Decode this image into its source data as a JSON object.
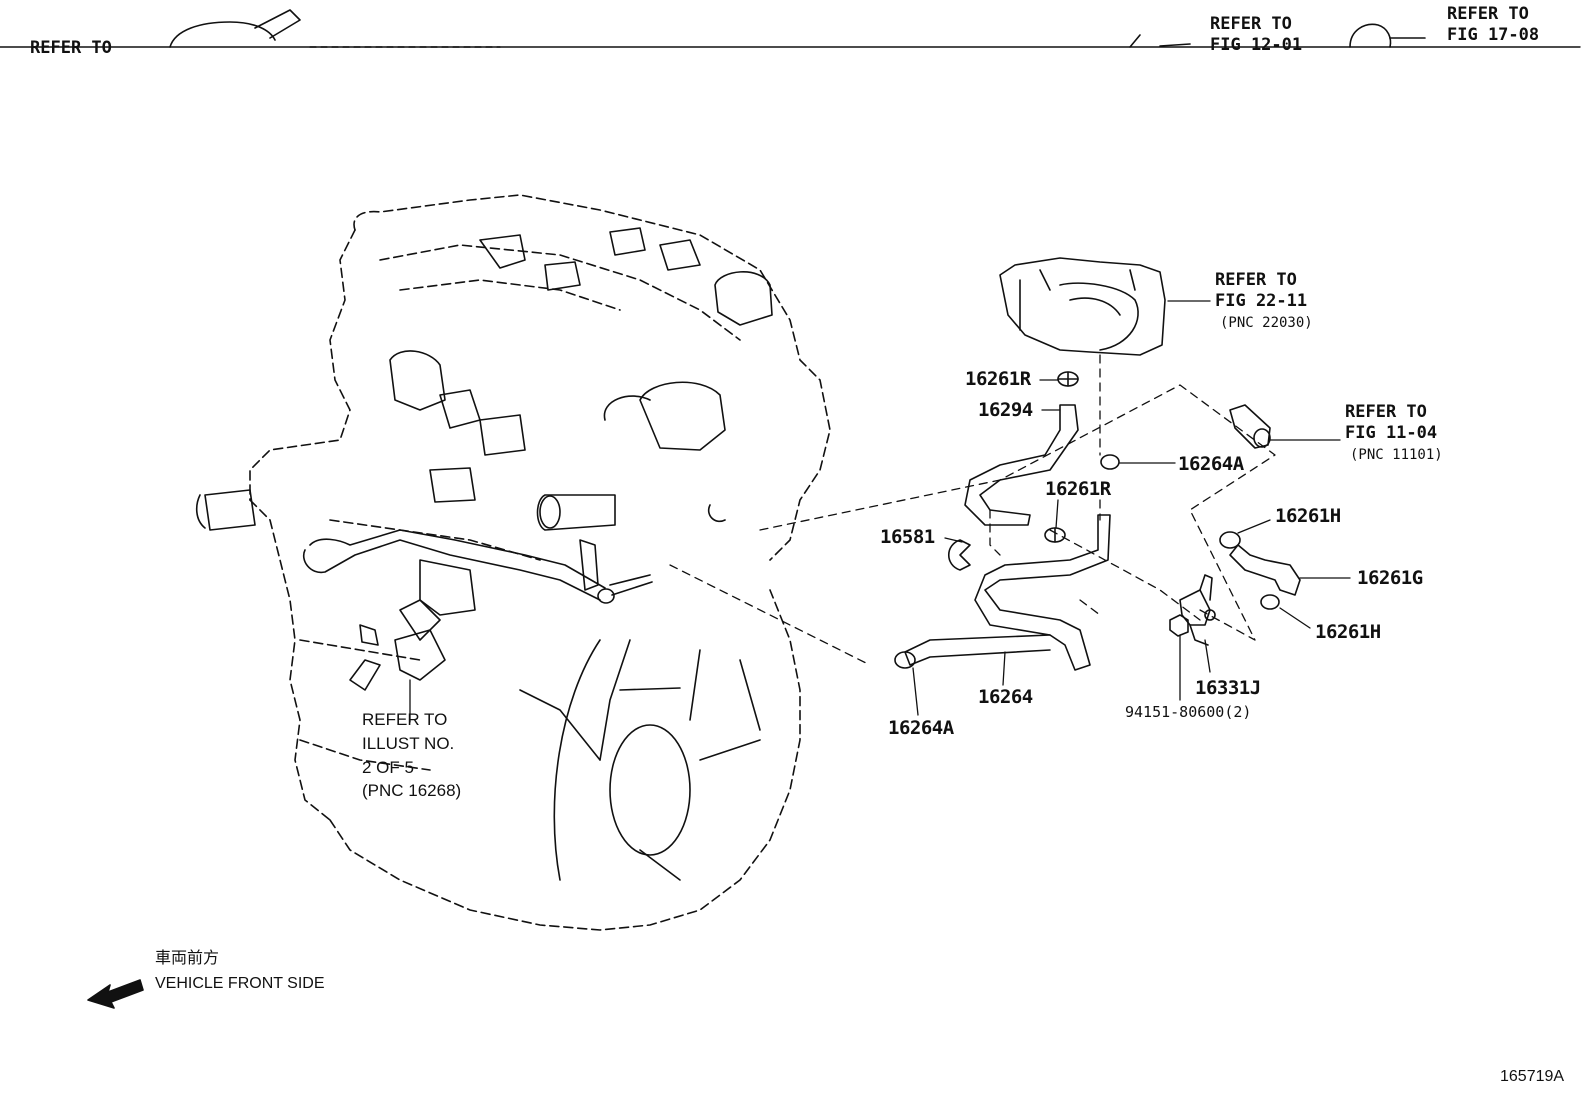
{
  "header": {
    "left_ref_fragment": "REFER TO",
    "mid_ref": {
      "line1": "REFER TO",
      "line2": "FIG 12-01"
    },
    "right_ref": {
      "line1": "REFER TO",
      "line2": "FIG 17-08"
    }
  },
  "callouts": {
    "throttle_body": {
      "line1": "REFER TO",
      "line2": "FIG 22-11",
      "pnc": "(PNC 22030)"
    },
    "intake": {
      "line1": "REFER TO",
      "line2": "FIG 11-04",
      "pnc": "(PNC 11101)"
    },
    "illust": {
      "line1": "REFER TO",
      "line2": "ILLUST NO.",
      "line3": "2 OF 5",
      "pnc": "(PNC 16268)"
    }
  },
  "parts": {
    "p16261R_top": "16261R",
    "p16294": "16294",
    "p16264A_right": "16264A",
    "p16261R_mid": "16261R",
    "p16581": "16581",
    "p16261H_top": "16261H",
    "p16261G": "16261G",
    "p16261H_bottom": "16261H",
    "p16264": "16264",
    "p16264A_bottom": "16264A",
    "p16331J": "16331J",
    "p94151": "94151-80600(2)"
  },
  "orientation": {
    "japanese": "車両前方",
    "english": "VEHICLE FRONT SIDE",
    "arrow_icon": "direction-arrow-icon"
  },
  "figure_id": "165719A",
  "colors": {
    "ink": "#111111",
    "background": "#ffffff"
  }
}
